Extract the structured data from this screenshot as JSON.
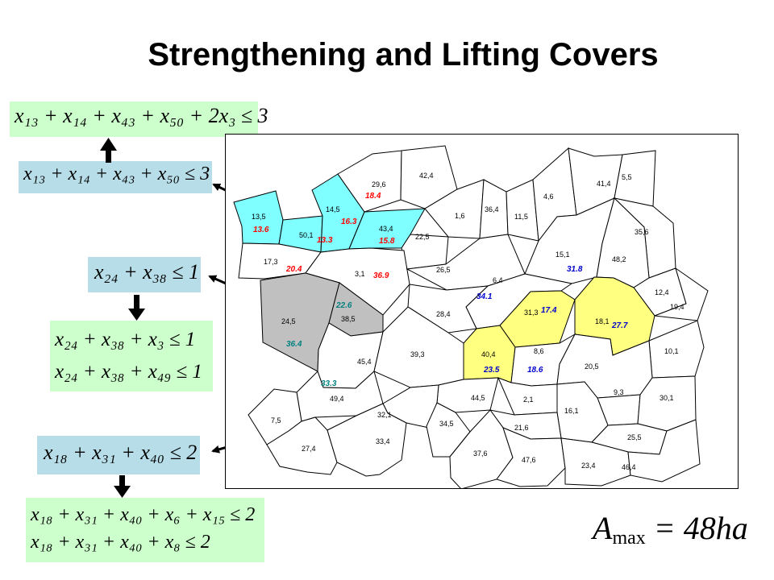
{
  "title": "Strengthening and Lifting Covers",
  "boxes": {
    "b1": [
      "x₁₃ + x₁₄ + x₄₃ + x₅₀ + 2x₃ ≤ 3"
    ],
    "b2": [
      "x₁₃ + x₁₄ + x₄₃ + x₅₀ ≤ 3"
    ],
    "b3": [
      "x₂₄ + x₃₈ ≤ 1"
    ],
    "b4": [
      "x₂₄ + x₃₈ + x₃ ≤ 1",
      "x₂₄ + x₃₈ + x₄₉ ≤ 1"
    ],
    "b5": [
      "x₁₈ + x₃₁ + x₄₀ ≤ 2"
    ],
    "b6": [
      "x₁₈ + x₃₁ + x₄₀ + x₆ + x₁₅ ≤ 2",
      "x₁₈ + x₃₁ + x₄₀ + x₈ ≤ 2"
    ]
  },
  "amax": {
    "symbol": "A",
    "sub": "max",
    "rhs": " = 48ha"
  },
  "colors": {
    "cyan": "#7fffff",
    "gray": "#c0c0c0",
    "yellow": "#ffff80",
    "green_box": "#ccffcc",
    "blue_box": "#b7dde8",
    "red": "#ff0000",
    "blue": "#0000cc",
    "teal": "#008080"
  },
  "map": {
    "labels": [
      "29,6",
      "42,4",
      "41,4",
      "5,5",
      "14,5",
      "13,5",
      "1,6",
      "36,4",
      "11,5",
      "4,6",
      "35,6",
      "43,4",
      "50,1",
      "22,5",
      "17,3",
      "26,5",
      "15,1",
      "48,2",
      "3,1",
      "6,4",
      "12,4",
      "24,5",
      "38,5",
      "28,4",
      "31,3",
      "18,1",
      "19,4",
      "40,4",
      "8,6",
      "10,1",
      "45,4",
      "39,3",
      "20,5",
      "9,3",
      "49,4",
      "44,5",
      "2,1",
      "16,1",
      "30,1",
      "7,5",
      "32,1",
      "34,5",
      "21,6",
      "25,5",
      "27,4",
      "33,4",
      "37,6",
      "47,6",
      "23,4",
      "46,4"
    ],
    "red": [
      "18.4",
      "16.3",
      "13.6",
      "13.3",
      "15.8",
      "20.4",
      "36.9"
    ],
    "blue": [
      "31.8",
      "34.1",
      "17.4",
      "27.7",
      "23.5",
      "18.6"
    ],
    "teal": [
      "22.6",
      "36.4",
      "33.3"
    ]
  }
}
